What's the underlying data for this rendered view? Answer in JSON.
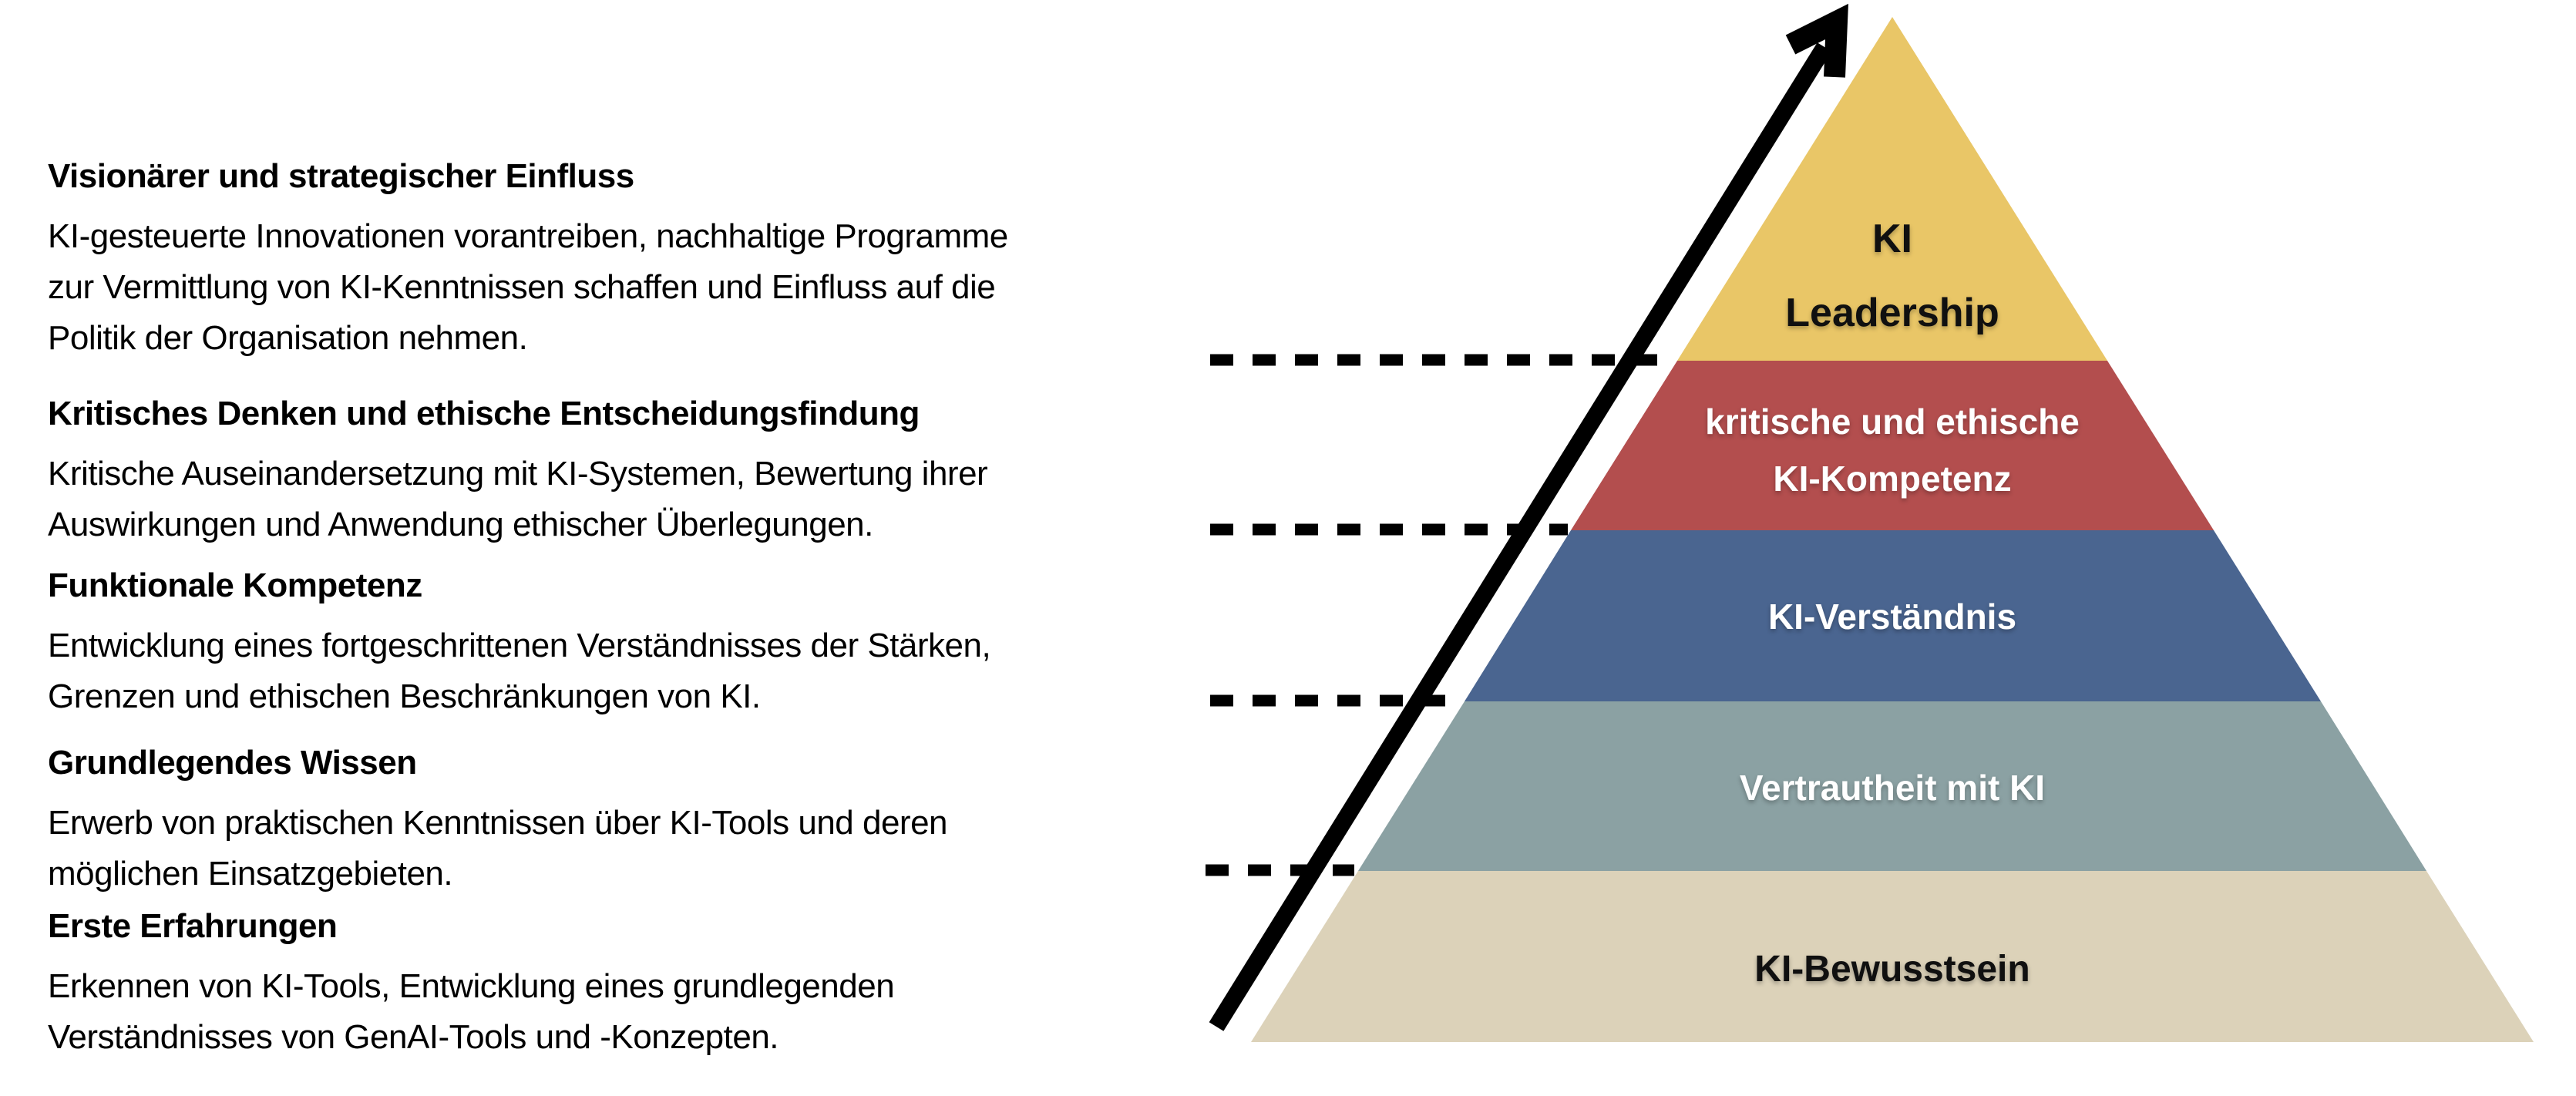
{
  "page": {
    "background": "#FFFFFF"
  },
  "description_blocks": [
    {
      "title": "Visionärer und strategischer Einfluss",
      "body": "KI-gesteuerte Innovationen vorantreiben, nachhaltige Programme\nzur Vermittlung von KI-Kenntnissen schaffen und Einfluss auf die\nPolitik der Organisation nehmen."
    },
    {
      "title": "Kritisches Denken und ethische Entscheidungsfindung",
      "body": "Kritische Auseinandersetzung mit KI-Systemen, Bewertung ihrer\nAuswirkungen und Anwendung ethischer Überlegungen."
    },
    {
      "title": "Funktionale Kompetenz",
      "body": "Entwicklung eines fortgeschrittenen Verständnisses der Stärken,\nGrenzen und ethischen Beschränkungen von KI."
    },
    {
      "title": "Grundlegendes Wissen",
      "body": "Erwerb von praktischen Kenntnissen über KI-Tools und deren\nmöglichen Einsatzgebieten."
    },
    {
      "title": "Erste Erfahrungen",
      "body": "Erkennen von KI-Tools, Entwicklung eines grundlegenden\nVerständnisses von GenAI-Tools und -Konzepten."
    }
  ],
  "pyramid": {
    "levels": [
      {
        "name": "ki-leadership",
        "label": "KI\nLeadership",
        "fill": "#E9C667",
        "text_color": "#101010"
      },
      {
        "name": "kritische-und-ethische-ki-kompetenz",
        "label": "kritische und ethische\nKI-Kompetenz",
        "fill": "#B34E4E",
        "text_color": "#FFFFFF"
      },
      {
        "name": "ki-verstaendnis",
        "label": "KI-Verständnis",
        "fill": "#4A6590",
        "text_color": "#FFFFFF"
      },
      {
        "name": "vertrautheit-mit-ki",
        "label": "Vertrautheit mit KI",
        "fill": "#8BA1A3",
        "text_color": "#FFFFFF"
      },
      {
        "name": "ki-bewusstsein",
        "label": "KI-Bewusstsein",
        "fill": "#DCD2B9",
        "text_color": "#101010"
      }
    ],
    "arrow_color": "#000000",
    "dashed_line_color": "#000000"
  }
}
